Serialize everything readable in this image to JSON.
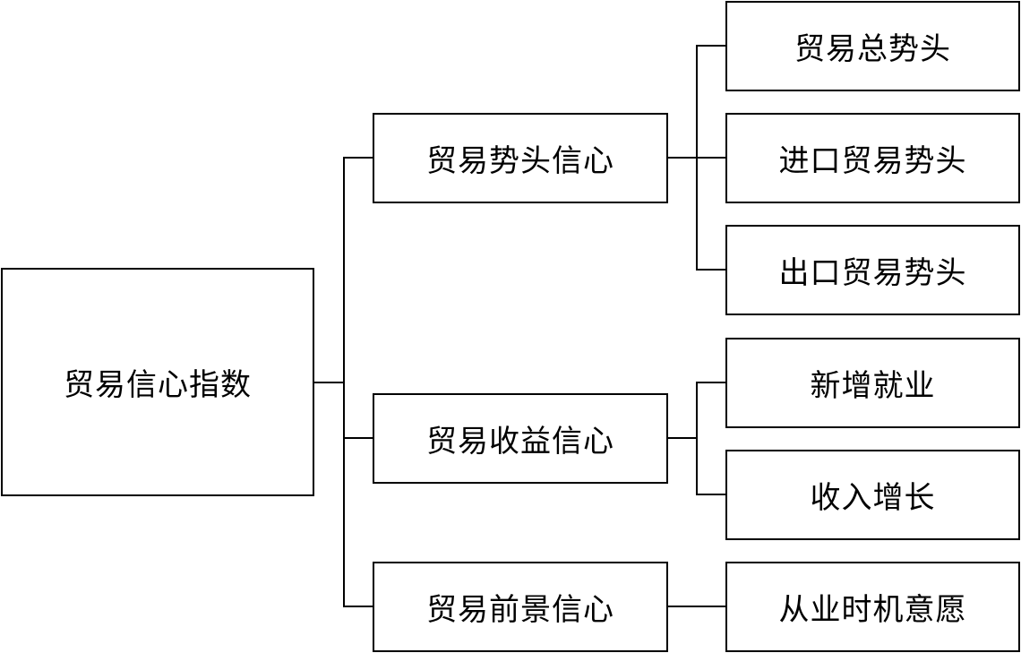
{
  "root": {
    "label": "贸易信心指数"
  },
  "branches": [
    {
      "label": "贸易势头信心",
      "children": [
        "贸易总势头",
        "进口贸易势头",
        "出口贸易势头"
      ]
    },
    {
      "label": "贸易收益信心",
      "children": [
        "新增就业",
        "收入增长"
      ]
    },
    {
      "label": "贸易前景信心",
      "children": [
        "从业时机意愿"
      ]
    }
  ],
  "colors": {
    "line": "#000000",
    "box_border": "#000000",
    "background": "#ffffff",
    "text": "#000000"
  }
}
